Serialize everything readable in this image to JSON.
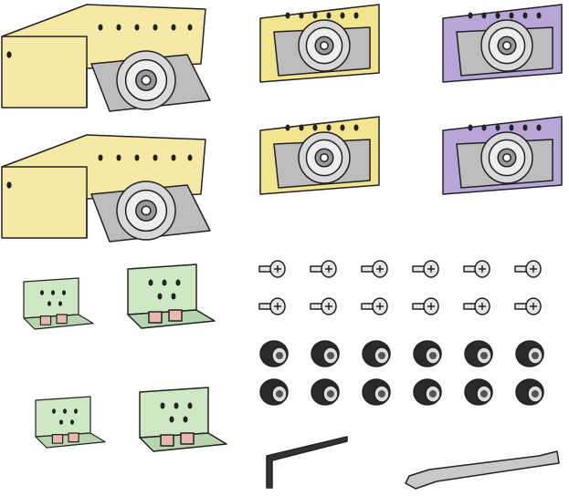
{
  "parts": {
    "large_brackets": {
      "count": 2,
      "color": "#f6e9a6"
    },
    "yellow_plates": {
      "count": 2,
      "color": "#f3e48e"
    },
    "purple_plates": {
      "count": 2,
      "color": "#b9a6d8"
    },
    "green_brackets": {
      "count": 4,
      "color": "#cfe8c4"
    },
    "screws": {
      "count": 12,
      "color": "#e6e6e6"
    },
    "nuts": {
      "count": 12,
      "color": "#2a2a2a"
    },
    "hex_key": {
      "count": 1,
      "color": "#333333"
    },
    "spanner": {
      "count": 1,
      "color": "#c9c9c9"
    }
  },
  "colors": {
    "outline": "#222222",
    "wheel": "#d8d8d8",
    "metal": "#bdbdbd"
  }
}
